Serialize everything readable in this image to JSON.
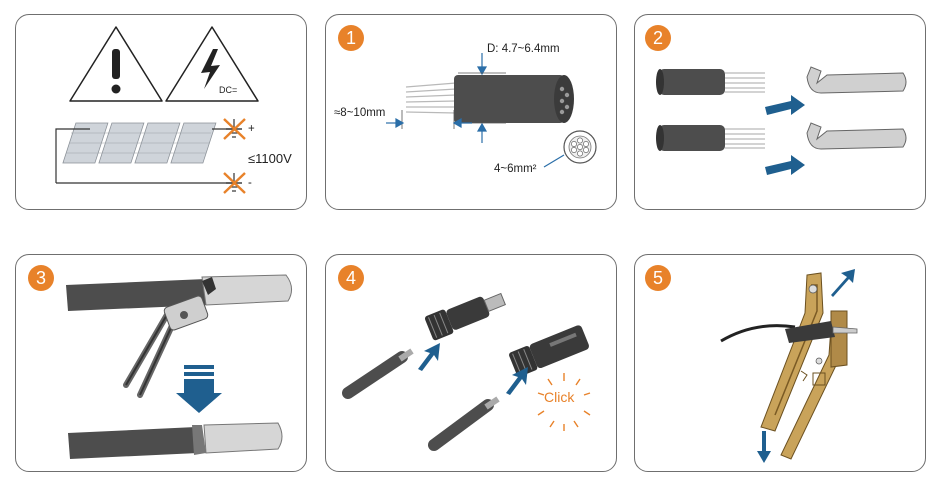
{
  "steps": [
    {
      "id": "0",
      "badge": ""
    },
    {
      "id": "1",
      "badge": "1"
    },
    {
      "id": "2",
      "badge": "2"
    },
    {
      "id": "3",
      "badge": "3"
    },
    {
      "id": "4",
      "badge": "4"
    },
    {
      "id": "5",
      "badge": "5"
    }
  ],
  "panel0": {
    "dc_label": "DC=",
    "plus": "+",
    "minus": "-",
    "voltage": "≤1100V"
  },
  "panel1": {
    "diameter": "D: 4.7~6.4mm",
    "strip_length": "≈8~10mm",
    "cross_section": "4~6mm²"
  },
  "panel4": {
    "click": "Click"
  },
  "colors": {
    "accent": "#e8822a",
    "arrow_blue": "#1f5f8f",
    "cable": "#4a4a4a",
    "metal": "#c8c8c8",
    "tool_gold": "#c9a35a"
  }
}
